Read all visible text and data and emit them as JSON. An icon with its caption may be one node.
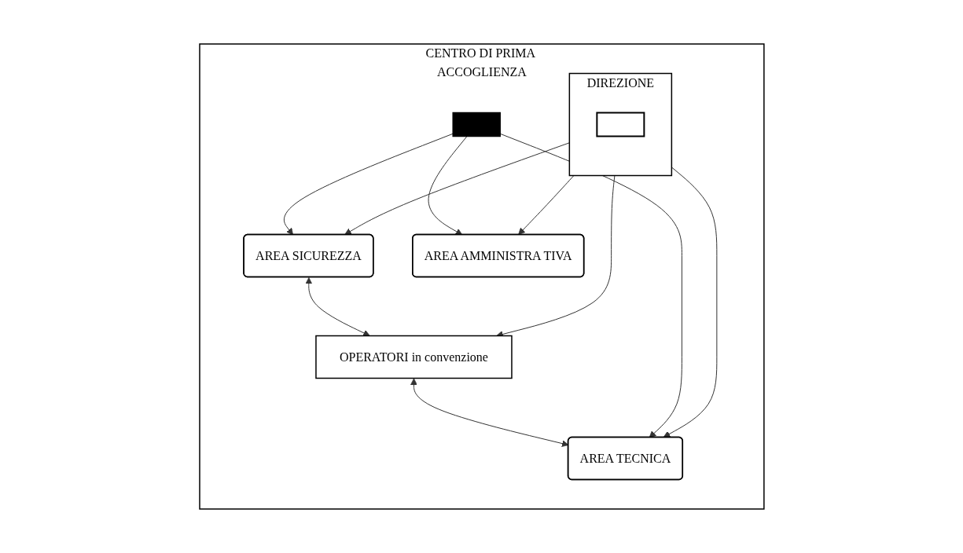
{
  "diagram": {
    "nodes": [
      {
        "text": [
          "CENTRO DI PRIMA ACCOGLIENZA"
        ]
      },
      {
        "text": [
          "DIREZIONE"
        ],
        "in": 0
      },
      {
        "text": [],
        "shape": "box",
        "in": 1
      },
      {
        "text": [
          "AREA SICUREZZA"
        ],
        "in": 0
      },
      {
        "text": [
          "OPERATORI in convenzione"
        ],
        "in": 0
      },
      {
        "text": [
          "AREA TECNICA"
        ],
        "in": 0
      },
      {
        "text": [
          "AREA AMMINISTRA TIVA"
        ],
        "in": 0
      },
      {
        "text": [],
        "shape": "bar",
        "in": 0
      }
    ],
    "edges": [
      {
        "from": 1,
        "to": 3,
        "arrow": "to"
      },
      {
        "from": 1,
        "to": 4,
        "arrow": "to"
      },
      {
        "from": 1,
        "to": 5,
        "arrow": "to"
      },
      {
        "from": 1,
        "to": 6,
        "arrow": "to"
      },
      {
        "from": 3,
        "to": 4,
        "arrow": "both"
      },
      {
        "from": 4,
        "to": 5,
        "arrow": "both"
      },
      {
        "from": 7,
        "to": 3,
        "arrow": "to"
      },
      {
        "from": 7,
        "to": 5,
        "arrow": "to"
      },
      {
        "from": 7,
        "to": 6,
        "arrow": "to"
      }
    ]
  }
}
